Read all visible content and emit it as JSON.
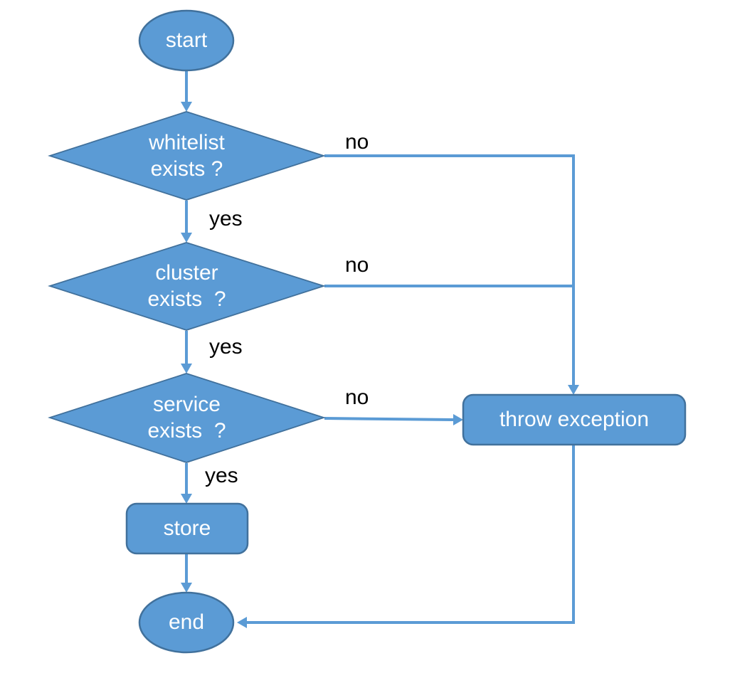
{
  "diagram": {
    "type": "flowchart",
    "nodes": {
      "start": {
        "id": "start",
        "type": "terminator",
        "label": "start"
      },
      "whitelist_check": {
        "id": "whitelist_check",
        "type": "decision",
        "label": "whitelist\nexists ?"
      },
      "cluster_check": {
        "id": "cluster_check",
        "type": "decision",
        "label": "cluster\nexists  ?"
      },
      "service_check": {
        "id": "service_check",
        "type": "decision",
        "label": "service\nexists  ?"
      },
      "store": {
        "id": "store",
        "type": "process",
        "label": "store"
      },
      "throw_exception": {
        "id": "throw_exception",
        "type": "process",
        "label": "throw exception"
      },
      "end": {
        "id": "end",
        "type": "terminator",
        "label": "end"
      }
    },
    "edges": [
      {
        "from": "start",
        "to": "whitelist_check",
        "label": ""
      },
      {
        "from": "whitelist_check",
        "to": "throw_exception",
        "label": "no"
      },
      {
        "from": "whitelist_check",
        "to": "cluster_check",
        "label": "yes"
      },
      {
        "from": "cluster_check",
        "to": "throw_exception",
        "label": "no"
      },
      {
        "from": "cluster_check",
        "to": "service_check",
        "label": "yes"
      },
      {
        "from": "service_check",
        "to": "throw_exception",
        "label": "no"
      },
      {
        "from": "service_check",
        "to": "store",
        "label": "yes"
      },
      {
        "from": "store",
        "to": "end",
        "label": ""
      },
      {
        "from": "throw_exception",
        "to": "end",
        "label": ""
      }
    ],
    "colors": {
      "node_fill": "#5B9BD5",
      "node_border": "#41719C",
      "connector": "#5B9BD5",
      "node_text": "#FFFFFF",
      "edge_label_text": "#000000",
      "background": "#FFFFFF"
    }
  }
}
